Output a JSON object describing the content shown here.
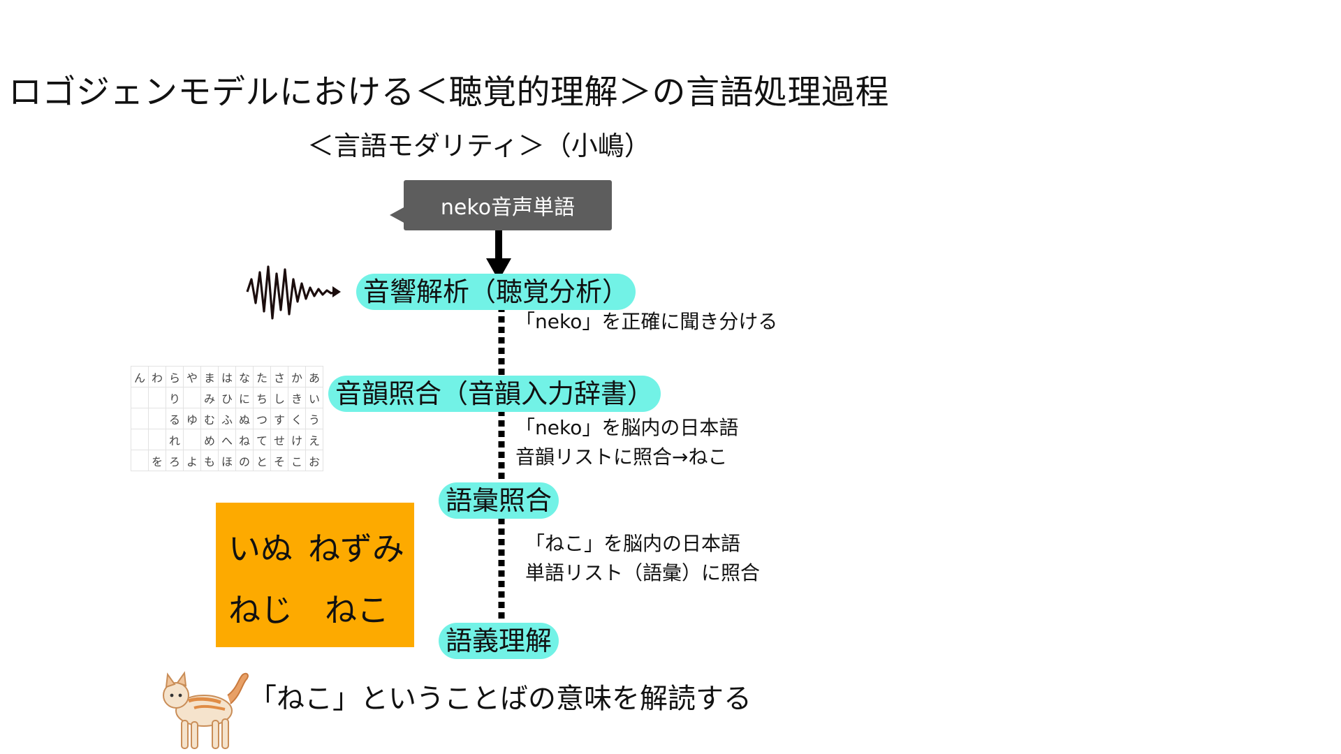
{
  "title": "ロゴジェンモデルにおける＜聴覚的理解＞の言語処理過程",
  "subtitle": "＜言語モダリティ＞（小嶋）",
  "input": {
    "label": "neko音声単語"
  },
  "icons": {
    "sound_wave": "sound-wave-icon",
    "cat": "cat-icon"
  },
  "colors": {
    "stage_highlight": "#72f2e6",
    "word_box": "#fdaa00",
    "input_bubble": "#5d5d5d"
  },
  "stages": [
    {
      "label": "音響解析（聴覚分析）",
      "note": [
        "「neko」を正確に聞き分ける"
      ]
    },
    {
      "label": "音韻照合（音韻入力辞書）",
      "note": [
        "「neko」を脳内の日本語",
        "音韻リストに照合→ねこ"
      ]
    },
    {
      "label": "語彙照合",
      "note": [
        "「ねこ」を脳内の日本語",
        "単語リスト（語彙）に照合"
      ]
    },
    {
      "label": "語義理解"
    }
  ],
  "kana_chart": [
    [
      "ん",
      "わ",
      "ら",
      "や",
      "ま",
      "は",
      "な",
      "た",
      "さ",
      "か",
      "あ"
    ],
    [
      "",
      "",
      "り",
      "",
      "み",
      "ひ",
      "に",
      "ち",
      "し",
      "き",
      "い"
    ],
    [
      "",
      "",
      "る",
      "ゆ",
      "む",
      "ふ",
      "ぬ",
      "つ",
      "す",
      "く",
      "う"
    ],
    [
      "",
      "",
      "れ",
      "",
      "め",
      "へ",
      "ね",
      "て",
      "せ",
      "け",
      "え"
    ],
    [
      "",
      "を",
      "ろ",
      "よ",
      "も",
      "ほ",
      "の",
      "と",
      "そ",
      "こ",
      "お"
    ]
  ],
  "word_list": [
    "いぬ",
    "ねずみ",
    "ねじ",
    "ねこ"
  ],
  "result": "「ねこ」ということばの意味を解読する"
}
